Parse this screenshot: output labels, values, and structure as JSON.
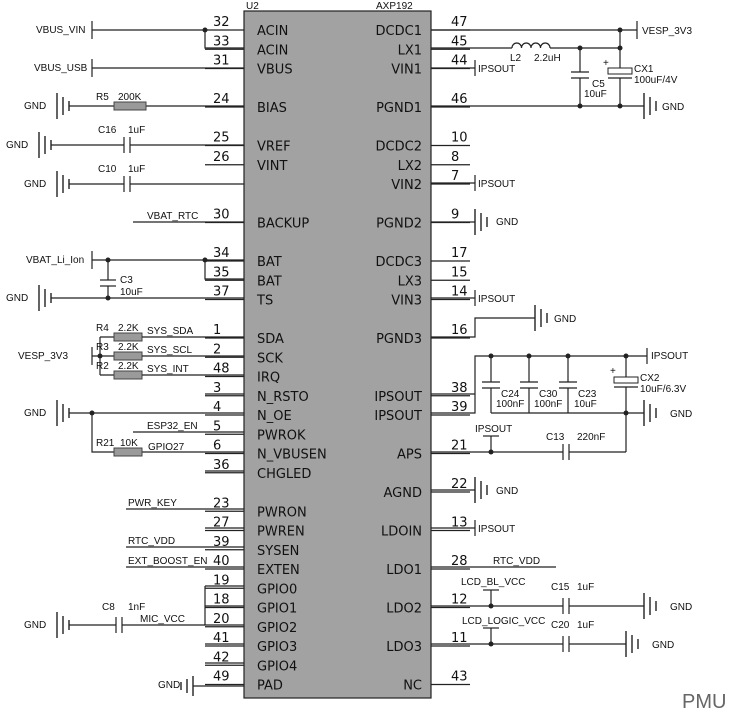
{
  "chip": {
    "ref": "U2",
    "part": "AXP192"
  },
  "title": "PMU",
  "left_pins": [
    {
      "num": "32",
      "name": "ACIN"
    },
    {
      "num": "33",
      "name": "ACIN"
    },
    {
      "num": "31",
      "name": "VBUS"
    },
    {
      "num": "24",
      "name": "BIAS"
    },
    {
      "num": "25",
      "name": "VREF"
    },
    {
      "num": "26",
      "name": "VINT"
    },
    {
      "num": "30",
      "name": "BACKUP"
    },
    {
      "num": "34",
      "name": "BAT"
    },
    {
      "num": "35",
      "name": "BAT"
    },
    {
      "num": "37",
      "name": "TS"
    },
    {
      "num": "1",
      "name": "SDA"
    },
    {
      "num": "2",
      "name": "SCK"
    },
    {
      "num": "48",
      "name": "IRQ"
    },
    {
      "num": "3",
      "name": "N_RSTO"
    },
    {
      "num": "4",
      "name": "N_OE"
    },
    {
      "num": "5",
      "name": "PWROK"
    },
    {
      "num": "6",
      "name": "N_VBUSEN"
    },
    {
      "num": "36",
      "name": "CHGLED"
    },
    {
      "num": "23",
      "name": "PWRON"
    },
    {
      "num": "27",
      "name": "PWREN"
    },
    {
      "num": "39",
      "name": "SYSEN"
    },
    {
      "num": "40",
      "name": "EXTEN"
    },
    {
      "num": "19",
      "name": "GPIO0"
    },
    {
      "num": "18",
      "name": "GPIO1"
    },
    {
      "num": "20",
      "name": "GPIO2"
    },
    {
      "num": "41",
      "name": "GPIO3"
    },
    {
      "num": "42",
      "name": "GPIO4"
    },
    {
      "num": "49",
      "name": "PAD"
    }
  ],
  "right_pins": [
    {
      "num": "47",
      "name": "DCDC1"
    },
    {
      "num": "45",
      "name": "LX1"
    },
    {
      "num": "44",
      "name": "VIN1"
    },
    {
      "num": "46",
      "name": "PGND1"
    },
    {
      "num": "10",
      "name": "DCDC2"
    },
    {
      "num": "8",
      "name": "LX2"
    },
    {
      "num": "7",
      "name": "VIN2"
    },
    {
      "num": "9",
      "name": "PGND2"
    },
    {
      "num": "17",
      "name": "DCDC3"
    },
    {
      "num": "15",
      "name": "LX3"
    },
    {
      "num": "14",
      "name": "VIN3"
    },
    {
      "num": "16",
      "name": "PGND3"
    },
    {
      "num": "38",
      "name": "IPSOUT"
    },
    {
      "num": "39",
      "name": "IPSOUT"
    },
    {
      "num": "21",
      "name": "APS"
    },
    {
      "num": "22",
      "name": "AGND"
    },
    {
      "num": "13",
      "name": "LDOIN"
    },
    {
      "num": "28",
      "name": "LDO1"
    },
    {
      "num": "12",
      "name": "LDO2"
    },
    {
      "num": "11",
      "name": "LDO3"
    },
    {
      "num": "43",
      "name": "NC"
    }
  ],
  "nets": {
    "vbus_vin": "VBUS_VIN",
    "vbus_usb": "VBUS_USB",
    "vbat_rtc": "VBAT_RTC",
    "vbat_li_ion": "VBAT_Li_Ion",
    "vesp_3v3_left": "VESP_3V3",
    "vesp_3v3_right": "VESP_3V3",
    "sys_sda": "SYS_SDA",
    "sys_scl": "SYS_SCL",
    "sys_int": "SYS_INT",
    "esp32_en": "ESP32_EN",
    "gpio27": "GPIO27",
    "pwr_key": "PWR_KEY",
    "rtc_vdd_left": "RTC_VDD",
    "ext_boost_en": "EXT_BOOST_EN",
    "mic_vcc": "MIC_VCC",
    "rtc_vdd_right": "RTC_VDD",
    "lcd_bl_vcc": "LCD_BL_VCC",
    "lcd_logic_vcc": "LCD_LOGIC_VCC",
    "ipsout": "IPSOUT",
    "gnd": "GND"
  },
  "components": {
    "r5": {
      "ref": "R5",
      "value": "200K"
    },
    "c16": {
      "ref": "C16",
      "value": "1uF"
    },
    "c10": {
      "ref": "C10",
      "value": "1uF"
    },
    "c3": {
      "ref": "C3",
      "value": "10uF"
    },
    "r4": {
      "ref": "R4",
      "value": "2.2K"
    },
    "r3": {
      "ref": "R3",
      "value": "2.2K"
    },
    "r2": {
      "ref": "R2",
      "value": "2.2K"
    },
    "r21": {
      "ref": "R21",
      "value": "10K"
    },
    "c8": {
      "ref": "C8",
      "value": "1nF"
    },
    "l2": {
      "ref": "L2",
      "value": "2.2uH"
    },
    "c5": {
      "ref": "C5",
      "value": "10uF"
    },
    "cx1": {
      "ref": "CX1",
      "value": "100uF/4V"
    },
    "c24": {
      "ref": "C24",
      "value": "100nF"
    },
    "c30": {
      "ref": "C30",
      "value": "100nF"
    },
    "c23": {
      "ref": "C23",
      "value": "10uF"
    },
    "cx2": {
      "ref": "CX2",
      "value": "10uF/6.3V"
    },
    "c13": {
      "ref": "C13",
      "value": "220nF"
    },
    "c15": {
      "ref": "C15",
      "value": "1uF"
    },
    "c20": {
      "ref": "C20",
      "value": "1uF"
    }
  }
}
